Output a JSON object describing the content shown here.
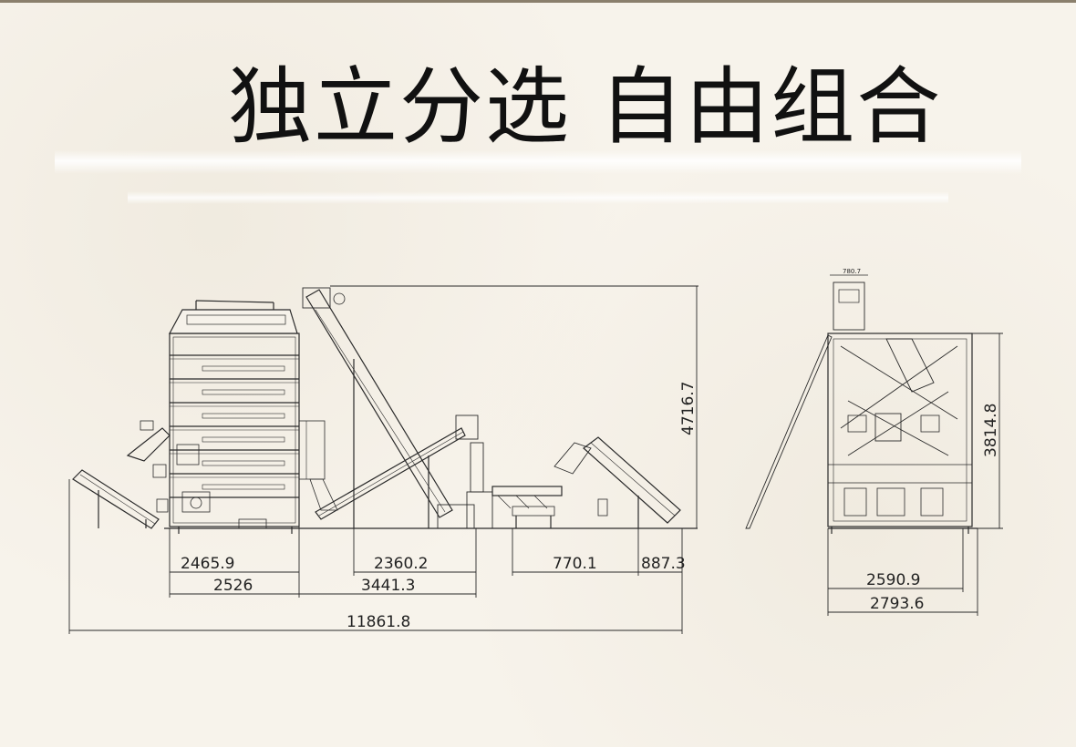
{
  "title": "独立分选 自由组合",
  "dimensions": {
    "side_view": {
      "segment_a": "2465.9",
      "segment_b": "2526",
      "segment_c": "2360.2",
      "segment_d": "3441.3",
      "segment_e": "770.1",
      "segment_f": "887.3",
      "total_length": "11861.8",
      "height": "4716.7"
    },
    "end_view": {
      "top_width": "780.7",
      "height": "3814.8",
      "base_inner": "2590.9",
      "base_outer": "2793.6"
    }
  },
  "colors": {
    "background": "#f6f2ea",
    "line": "#2a2a2a",
    "title": "#111111"
  }
}
